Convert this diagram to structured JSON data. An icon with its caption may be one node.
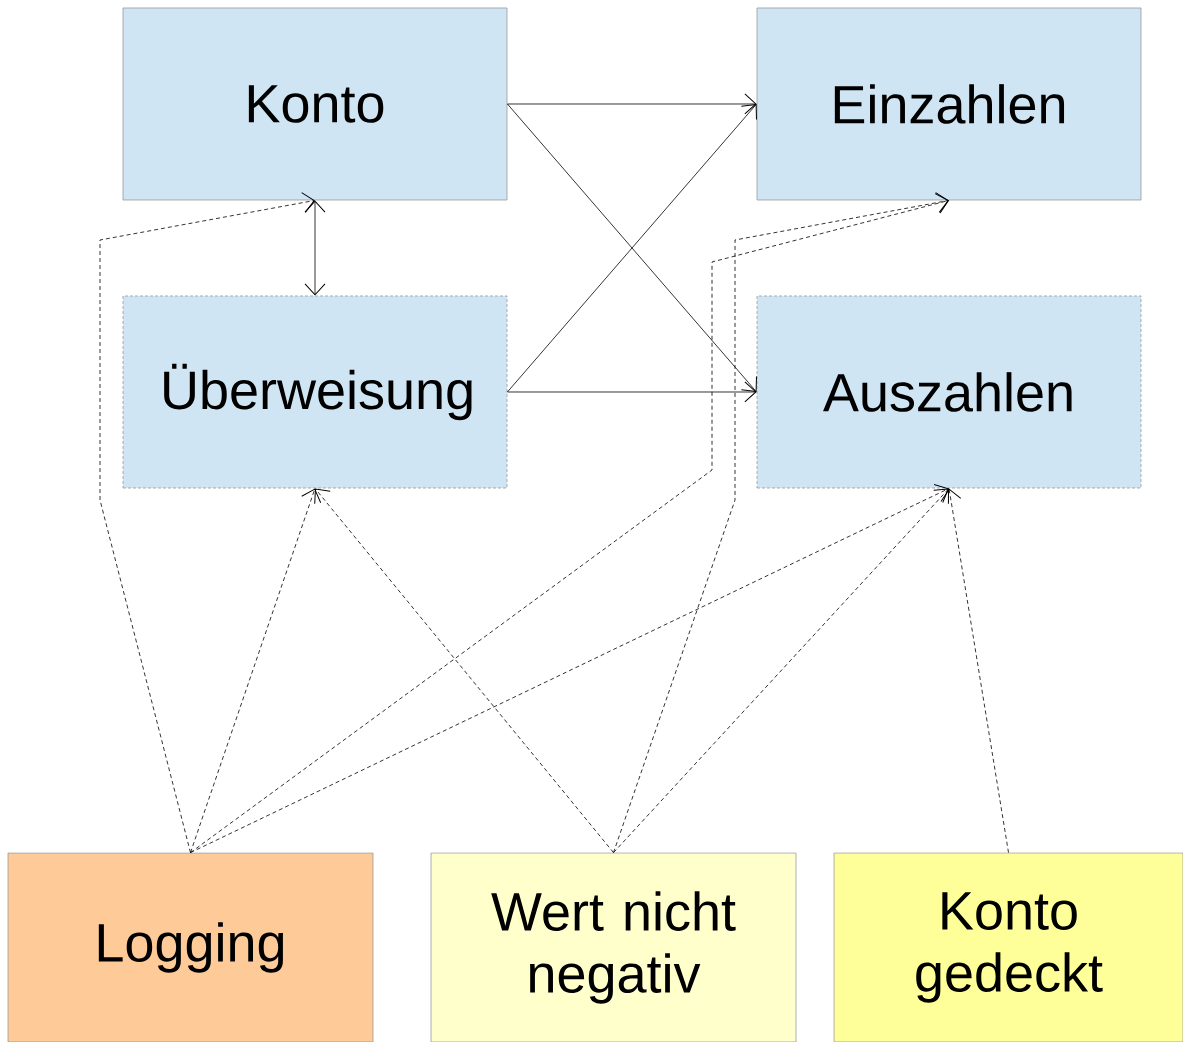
{
  "diagram": {
    "nodes": [
      {
        "text": [
          "Konto"
        ]
      },
      {
        "text": [
          "Einzahlen"
        ]
      },
      {
        "text": [
          "Überweisung"
        ]
      },
      {
        "text": [
          "Auszahlen"
        ]
      },
      {
        "text": [
          "Logging"
        ]
      },
      {
        "text": [
          "Wert nicht negativ"
        ]
      },
      {
        "text": [
          "Konto gedeckt"
        ]
      }
    ],
    "edges": [
      {
        "from": 0,
        "to": 1,
        "arrow": "to"
      },
      {
        "from": 0,
        "to": 3,
        "arrow": "to"
      },
      {
        "from": 2,
        "to": 1,
        "arrow": "to"
      },
      {
        "from": 2,
        "to": 3,
        "arrow": "to"
      },
      {
        "from": 0,
        "to": 2,
        "arrow": "both"
      },
      {
        "from": 4,
        "to": 0,
        "arrow": "to",
        "style": "dashed"
      },
      {
        "from": 4,
        "to": 2,
        "arrow": "to",
        "style": "dashed"
      },
      {
        "from": 4,
        "to": 1,
        "arrow": "to",
        "style": "dashed"
      },
      {
        "from": 4,
        "to": 3,
        "arrow": "to",
        "style": "dashed"
      },
      {
        "from": 5,
        "to": 2,
        "arrow": "to",
        "style": "dashed"
      },
      {
        "from": 5,
        "to": 1,
        "arrow": "to",
        "style": "dashed"
      },
      {
        "from": 5,
        "to": 3,
        "arrow": "to",
        "style": "dashed"
      },
      {
        "from": 6,
        "to": 3,
        "arrow": "to",
        "style": "dashed"
      }
    ]
  }
}
